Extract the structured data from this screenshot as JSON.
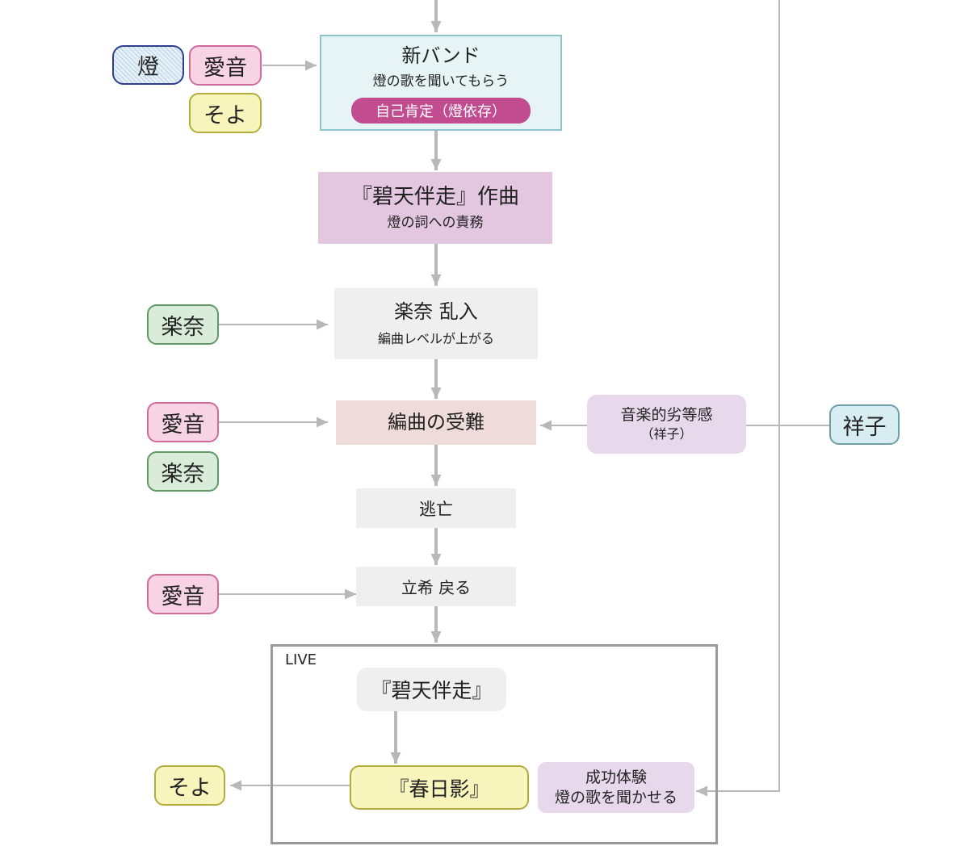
{
  "characters": {
    "tomori": "燈",
    "anon": "愛音",
    "soyo": "そよ",
    "rana": "楽奈",
    "sakiko": "祥子"
  },
  "nodes": {
    "new_band": {
      "title": "新バンド",
      "subtitle": "燈の歌を聞いてもらう",
      "tag": "自己肯定（燈依存）"
    },
    "composition": {
      "title": "『碧天伴走』作曲",
      "subtitle": "燈の詞への責務"
    },
    "rana_join": {
      "title": "楽奈 乱入",
      "subtitle": "編曲レベルが上がる"
    },
    "arrangement": {
      "title": "編曲の受難"
    },
    "inferiority": {
      "line1": "音楽的劣等感",
      "line2": "（祥子）"
    },
    "escape": {
      "title": "逃亡"
    },
    "return": {
      "title": "立希 戻る"
    },
    "live": {
      "label": "LIVE",
      "song1": "『碧天伴走』",
      "song2": "『春日影』",
      "success_line1": "成功体験",
      "success_line2": "燈の歌を聞かせる"
    }
  },
  "colors": {
    "arrow": "#b8b8b8",
    "pill": "#c24c90",
    "new_band_fill": "#e6f4f6",
    "composition_fill": "#e3c7e1",
    "arrangement_fill": "#efdcda",
    "neutral_fill": "#efefef",
    "lavender_fill": "#e7d8ec"
  }
}
